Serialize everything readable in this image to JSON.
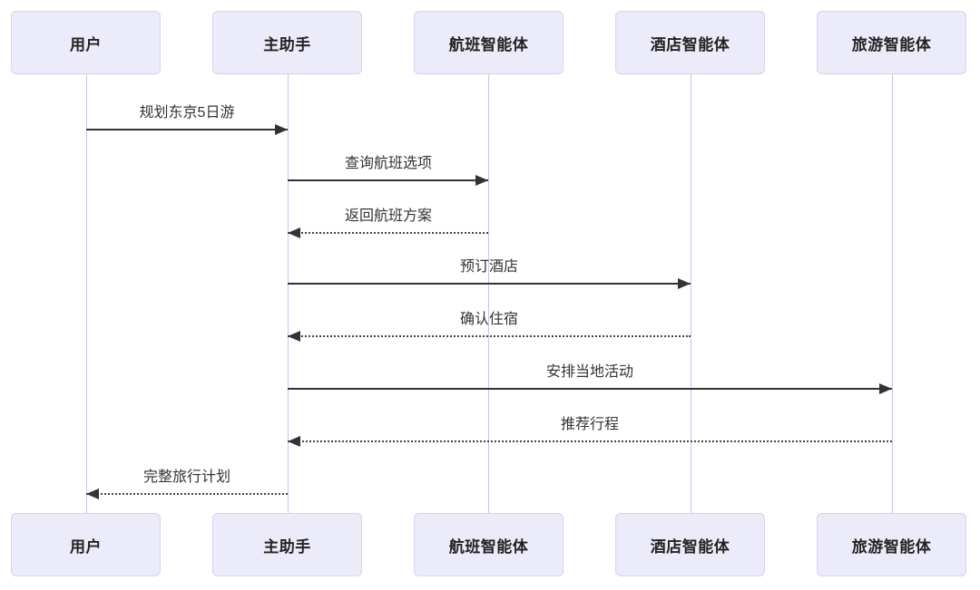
{
  "diagram": {
    "type": "sequence-diagram",
    "title": "",
    "participants": [
      {
        "label": "用户"
      },
      {
        "label": "主助手"
      },
      {
        "label": "航班智能体"
      },
      {
        "label": "酒店智能体"
      },
      {
        "label": "旅游智能体"
      }
    ],
    "messages": [
      {
        "label": "规划东京5日游",
        "from": "用户",
        "to": "主助手",
        "line": "solid"
      },
      {
        "label": "查询航班选项",
        "from": "主助手",
        "to": "航班智能体",
        "line": "solid"
      },
      {
        "label": "返回航班方案",
        "from": "航班智能体",
        "to": "主助手",
        "line": "dashed"
      },
      {
        "label": "预订酒店",
        "from": "主助手",
        "to": "酒店智能体",
        "line": "solid"
      },
      {
        "label": "确认住宿",
        "from": "酒店智能体",
        "to": "主助手",
        "line": "dashed"
      },
      {
        "label": "安排当地活动",
        "from": "主助手",
        "to": "旅游智能体",
        "line": "solid"
      },
      {
        "label": "推荐行程",
        "from": "旅游智能体",
        "to": "主助手",
        "line": "dashed"
      },
      {
        "label": "完整旅行计划",
        "from": "主助手",
        "to": "用户",
        "line": "dashed"
      }
    ],
    "colors": {
      "participant_fill": "#ECEBFA",
      "participant_border": "#D6D3EF",
      "lifeline": "#C9C5E8",
      "arrow": "#333333",
      "text": "#222222"
    }
  }
}
